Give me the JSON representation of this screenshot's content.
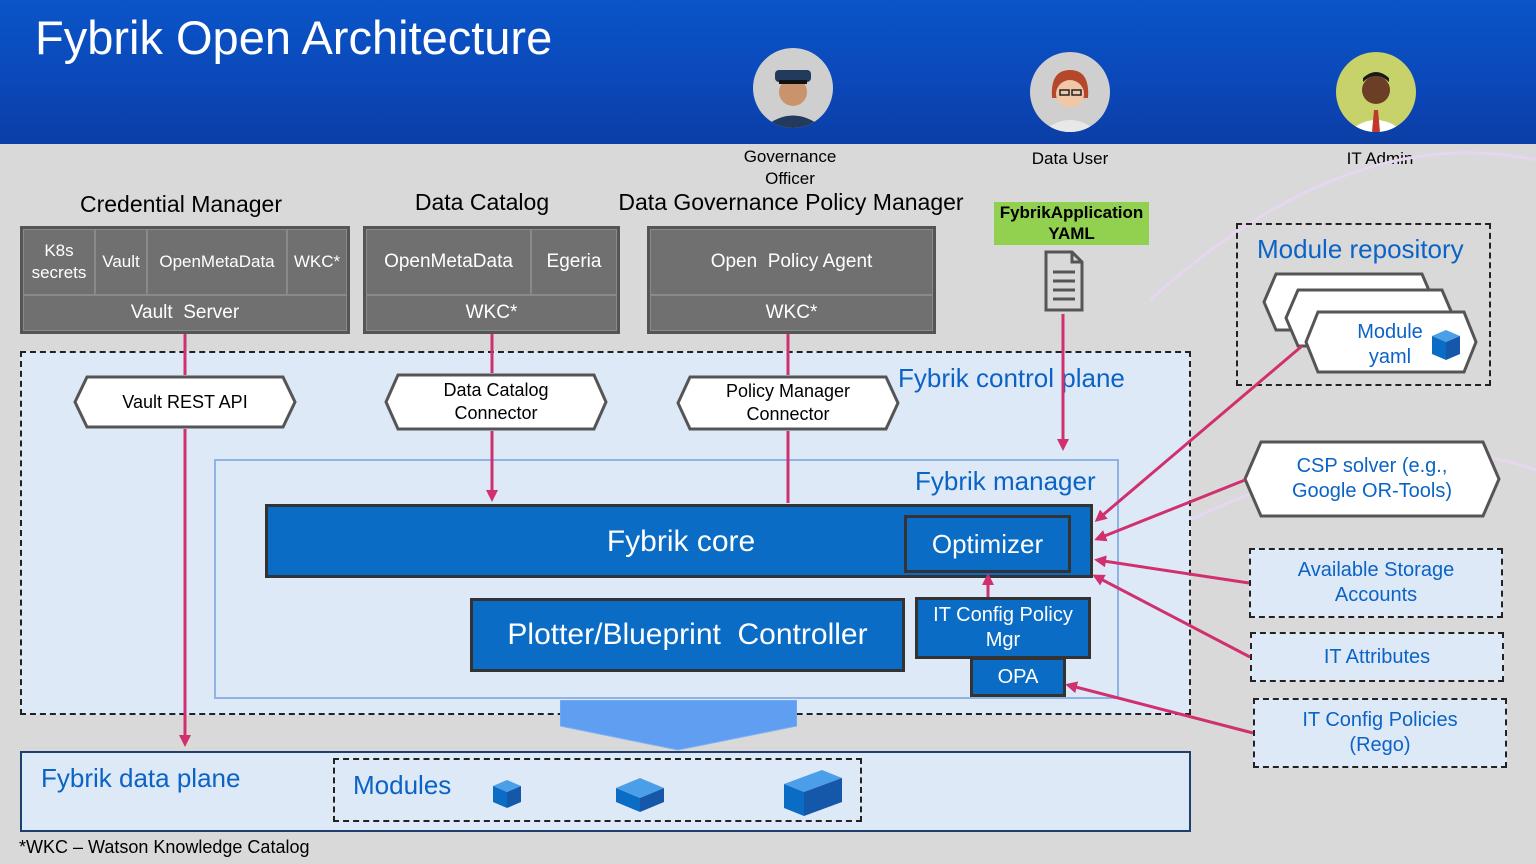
{
  "title": "Fybrik Open Architecture",
  "personas": {
    "governance": "Governance\nOfficer",
    "data_user": "Data User",
    "it_admin": "IT Admin"
  },
  "credential_manager": {
    "title": "Credential Manager",
    "cells": [
      "K8s secrets",
      "Vault",
      "OpenMetaData",
      "WKC*"
    ],
    "bottom": "Vault  Server"
  },
  "data_catalog": {
    "title": "Data Catalog",
    "cells": [
      "OpenMetaData",
      "Egeria"
    ],
    "bottom": "WKC*"
  },
  "policy_manager": {
    "title": "Data Governance Policy Manager",
    "top": "Open  Policy Agent",
    "bottom": "WKC*"
  },
  "fybrik_app": {
    "label": "FybrikApplication\nYAML"
  },
  "connectors": {
    "vault": "Vault REST API",
    "catalog": "Data Catalog\nConnector",
    "policy": "Policy Manager\nConnector"
  },
  "control_plane": {
    "label": "Fybrik control plane"
  },
  "manager": {
    "label": "Fybrik manager"
  },
  "core": {
    "label": "Fybrik core",
    "optimizer": "Optimizer"
  },
  "plotter": {
    "label": "Plotter/Blueprint  Controller"
  },
  "it_config": {
    "label": "IT Config Policy\nMgr",
    "opa": "OPA"
  },
  "module_repo": {
    "title": "Module repository",
    "module": "Module\nyaml"
  },
  "side": {
    "csp": "CSP solver (e.g.,\nGoogle OR-Tools)",
    "storage": "Available Storage\nAccounts",
    "attributes": "IT Attributes",
    "policies": "IT Config Policies\n(Rego)"
  },
  "data_plane": {
    "label": "Fybrik data plane",
    "modules": "Modules"
  },
  "footnote": "*WKC – Watson Knowledge Catalog",
  "colors": {
    "header": "#0b47b8",
    "accent_blue": "#0a6cc4",
    "arrow": "#d1306e",
    "app_green": "#92d050"
  }
}
